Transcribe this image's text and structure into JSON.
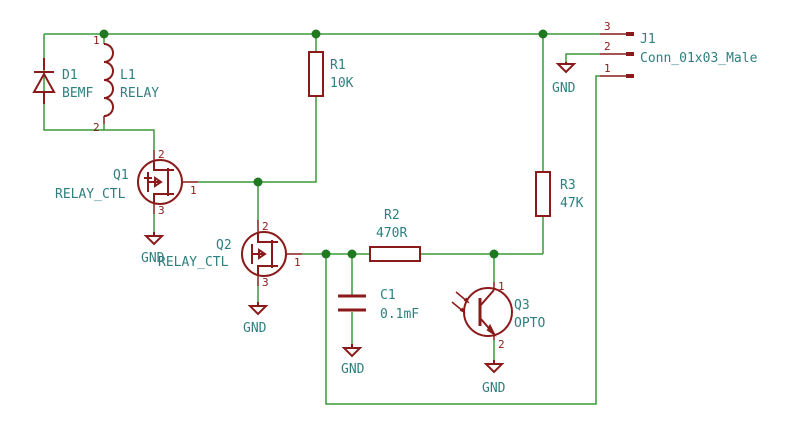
{
  "components": {
    "d1": {
      "ref": "D1",
      "value": "BEMF"
    },
    "l1": {
      "ref": "L1",
      "value": "RELAY",
      "pin1": "1",
      "pin2": "2"
    },
    "r1": {
      "ref": "R1",
      "value": "10K"
    },
    "r2": {
      "ref": "R2",
      "value": "470R"
    },
    "r3": {
      "ref": "R3",
      "value": "47K"
    },
    "c1": {
      "ref": "C1",
      "value": "0.1mF"
    },
    "q1": {
      "ref": "Q1",
      "value": "RELAY_CTL",
      "pin_g": "1",
      "pin_d": "2",
      "pin_s": "3"
    },
    "q2": {
      "ref": "Q2",
      "value": "RELAY_CTL",
      "pin_g": "1",
      "pin_d": "2",
      "pin_s": "3"
    },
    "q3": {
      "ref": "Q3",
      "value": "OPTO",
      "pin_c": "1",
      "pin_e": "2"
    },
    "j1": {
      "ref": "J1",
      "value": "Conn_01x03_Male",
      "pin3": "3",
      "pin2": "2",
      "pin1": "1"
    }
  },
  "grounds": {
    "j1": "GND",
    "q1": "GND",
    "q2": "GND",
    "c1": "GND",
    "q3": "GND"
  }
}
